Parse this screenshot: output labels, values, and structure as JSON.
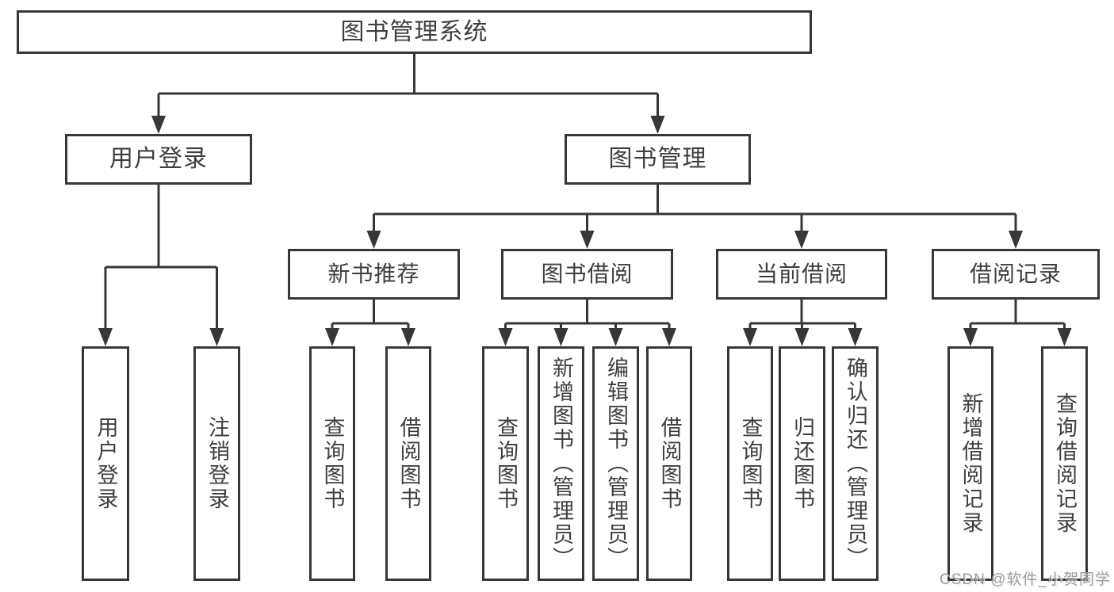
{
  "diagram": {
    "type": "hierarchy-tree",
    "root": {
      "label": "图书管理系统"
    },
    "level2": [
      {
        "label": "用户登录",
        "parent": "图书管理系统"
      },
      {
        "label": "图书管理",
        "parent": "图书管理系统"
      }
    ],
    "level3": [
      {
        "label": "新书推荐",
        "parent": "图书管理"
      },
      {
        "label": "图书借阅",
        "parent": "图书管理"
      },
      {
        "label": "当前借阅",
        "parent": "图书管理"
      },
      {
        "label": "借阅记录",
        "parent": "图书管理"
      }
    ],
    "leaves": {
      "login": [
        "用户登录",
        "注销登录"
      ],
      "new_books": [
        "查询图书",
        "借阅图书"
      ],
      "book_borrow": [
        "查询图书",
        "新增图书（管理员）",
        "编辑图书（管理员）",
        "借阅图书"
      ],
      "current_borrow": [
        "查询图书",
        "归还图书",
        "确认归还（管理员）"
      ],
      "borrow_records": [
        "新增借阅记录",
        "查询借阅记录"
      ]
    }
  },
  "watermark": "CSDN @软件_小贺同学",
  "colors": {
    "background": "#ffffff",
    "line": "#373737",
    "box_border": "#373737",
    "text": "#3f3f3f",
    "watermark": "#9d9d9d"
  }
}
